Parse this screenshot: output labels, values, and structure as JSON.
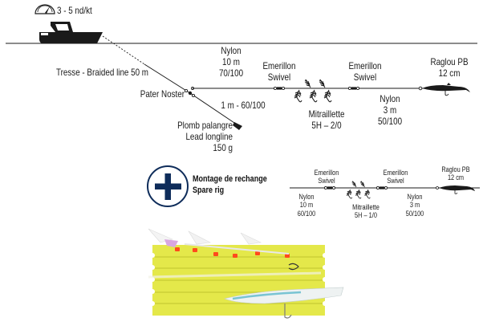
{
  "speed": {
    "icon": "speedometer-icon",
    "label": "3 - 5 nd/kt"
  },
  "main_rig": {
    "braided_line": "Tresse - Braided line 50 m",
    "pater_noster": "Pater Noster",
    "mainline": [
      "Nylon",
      "10 m",
      "70/100"
    ],
    "dropper": "1 m - 60/100",
    "sinker": [
      "Plomb palangre",
      "Lead longline",
      "150 g"
    ],
    "swivel_1": [
      "Emerillon",
      "Swivel"
    ],
    "sabiki": [
      "Mitraillette",
      "5H – 2/0"
    ],
    "swivel_2": [
      "Emerillon",
      "Swivel"
    ],
    "leader": [
      "Nylon",
      "3 m",
      "50/100"
    ],
    "lure": [
      "Raglou PB",
      "12 cm"
    ]
  },
  "spare_rig": {
    "title_fr": "Montage de rechange",
    "title_en": "Spare rig",
    "icon": "plus-circle-icon",
    "mainline": [
      "Nylon",
      "10 m",
      "60/100"
    ],
    "swivel_1": [
      "Emerillon",
      "Swivel"
    ],
    "sabiki": [
      "Mitraillette",
      "5H – 1/0"
    ],
    "swivel_2": [
      "Emerillon",
      "Swivel"
    ],
    "leader": [
      "Nylon",
      "3 m",
      "50/100"
    ],
    "lure": [
      "Raglou PB",
      "12 cm"
    ]
  },
  "colors": {
    "ink": "#1a1a1a",
    "plus_icon": "#0e2c5a",
    "card_yellow": "#e4e84a",
    "lure_orange": "#ff4a1c"
  }
}
